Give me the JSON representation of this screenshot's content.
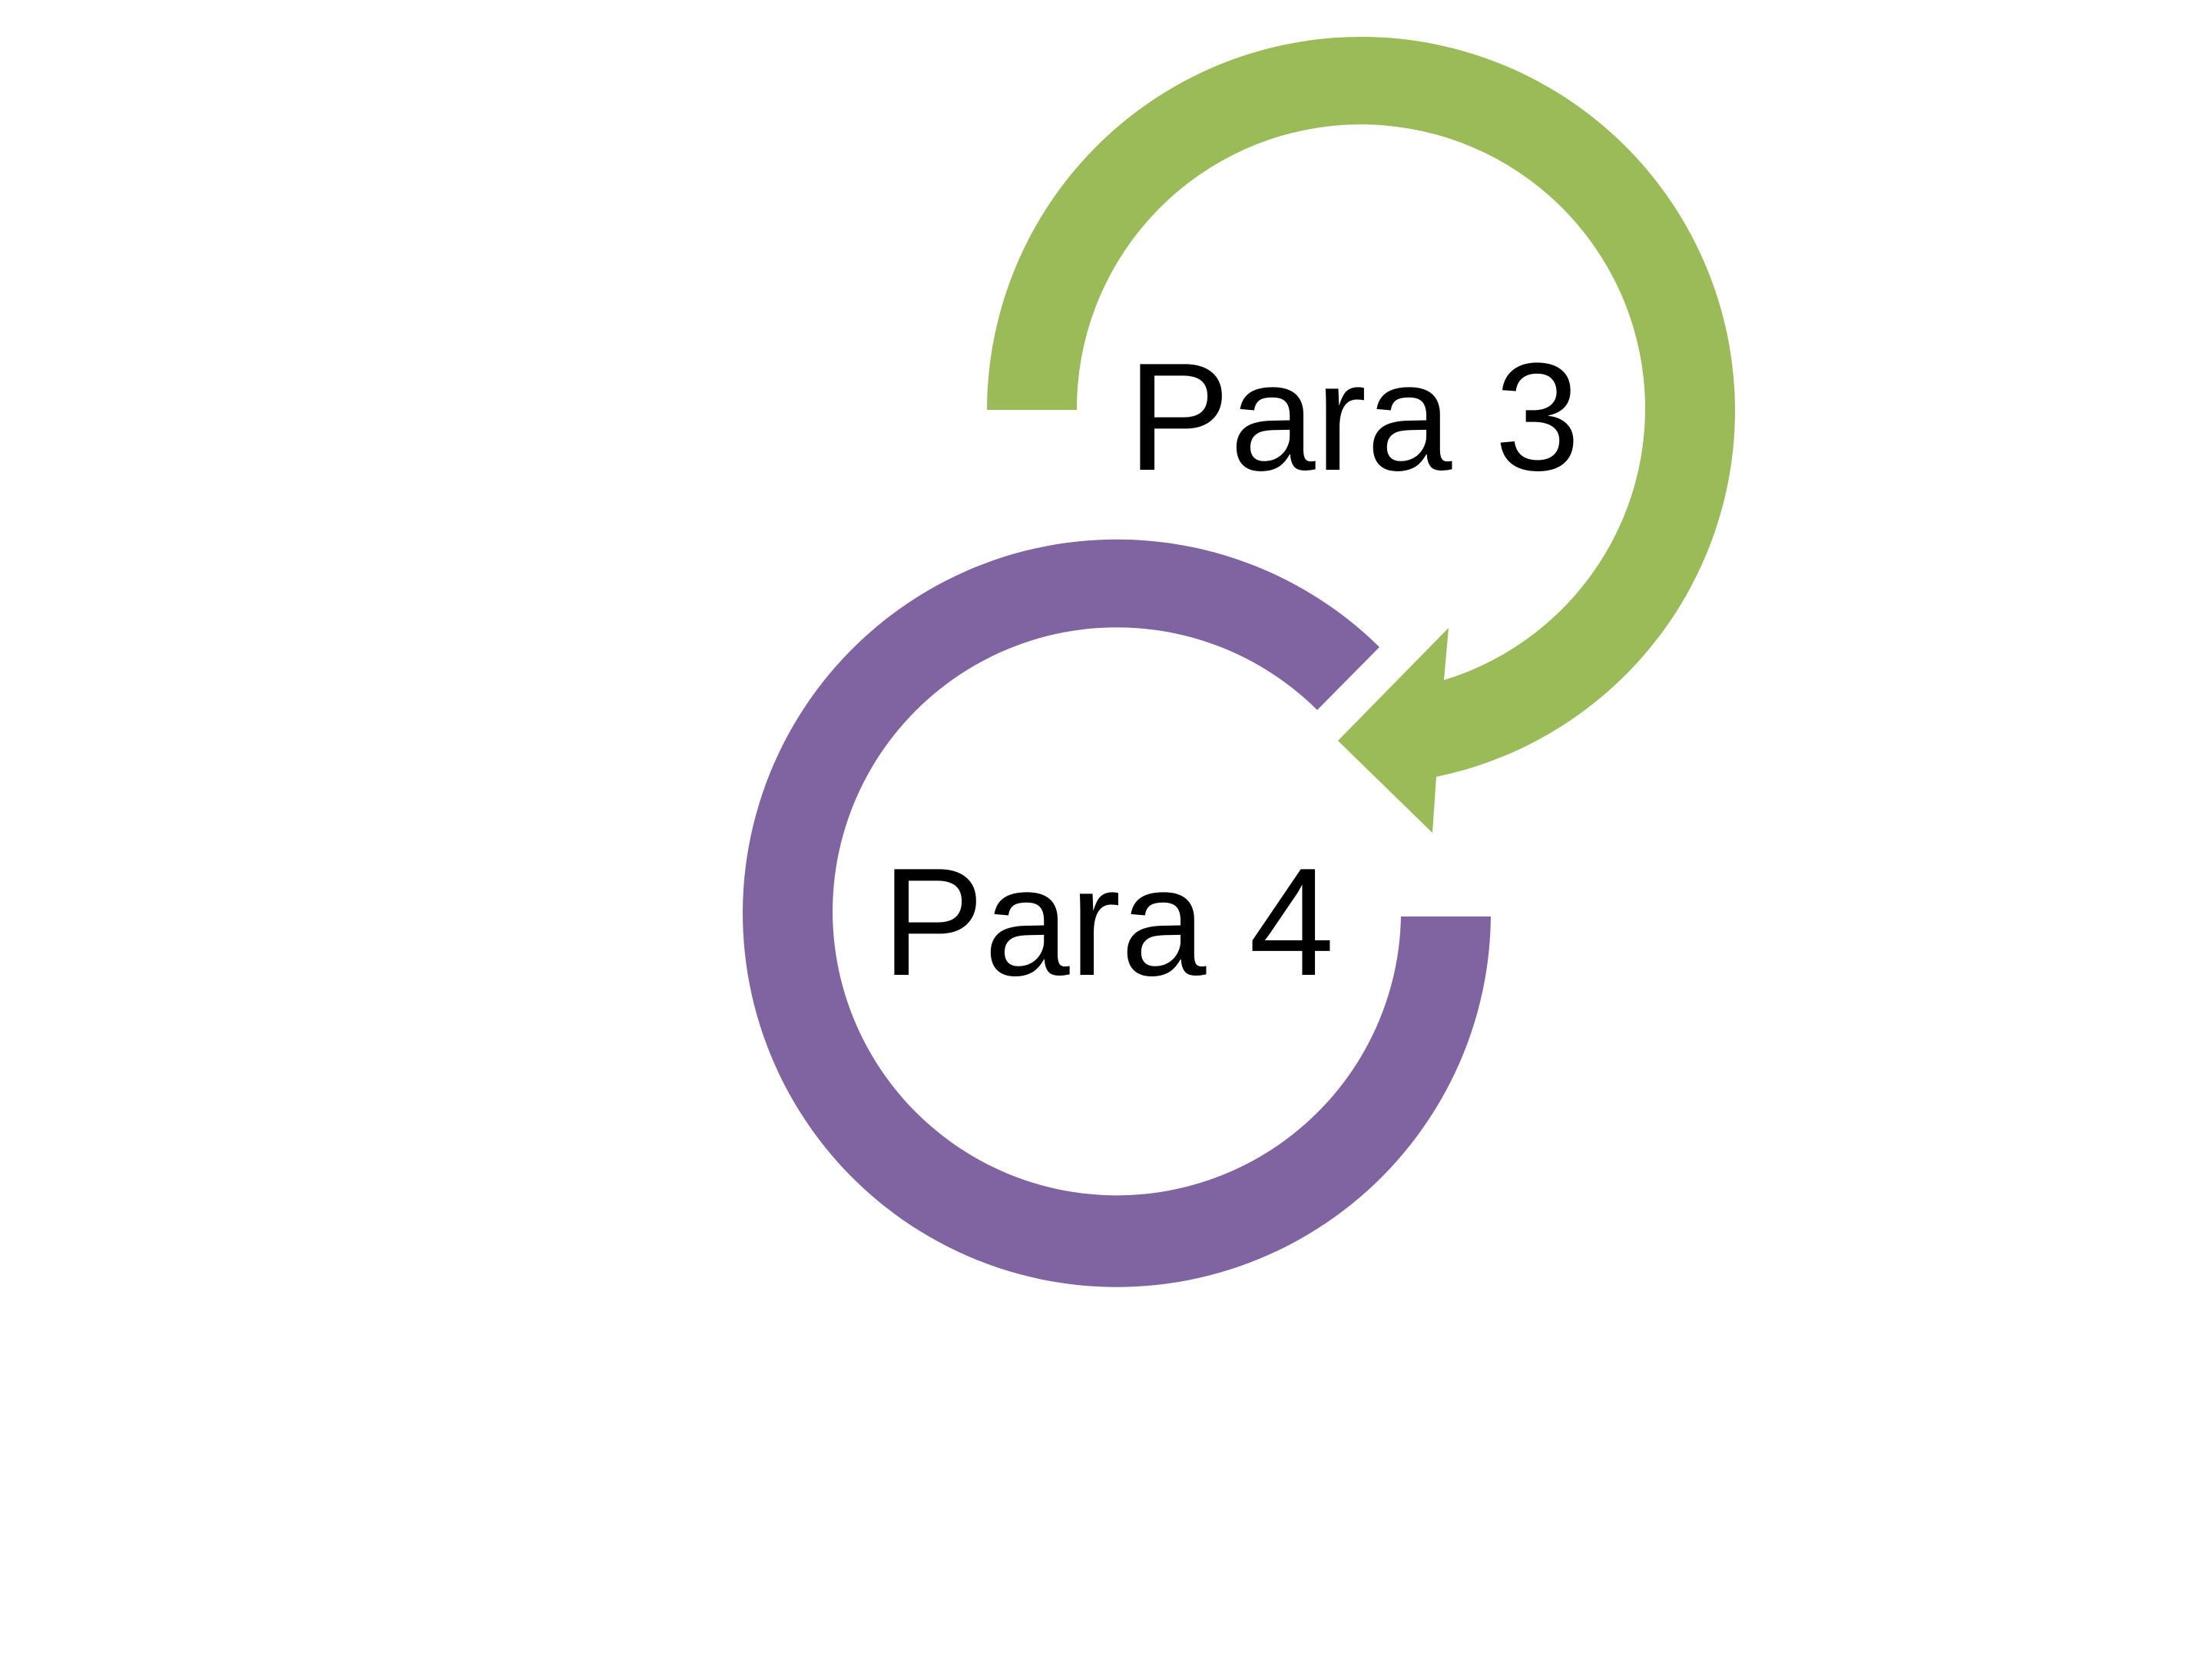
{
  "diagram": {
    "type": "circular-arrow-cycle",
    "nodes": [
      {
        "id": "para-3",
        "label": "Para 3",
        "color": "#9BBB59",
        "arrow": "clockwise-arrowhead"
      },
      {
        "id": "para-4",
        "label": "Para 4",
        "color": "#8064A2",
        "arrow": "open-arc"
      }
    ]
  },
  "background": "#FFFFFF"
}
